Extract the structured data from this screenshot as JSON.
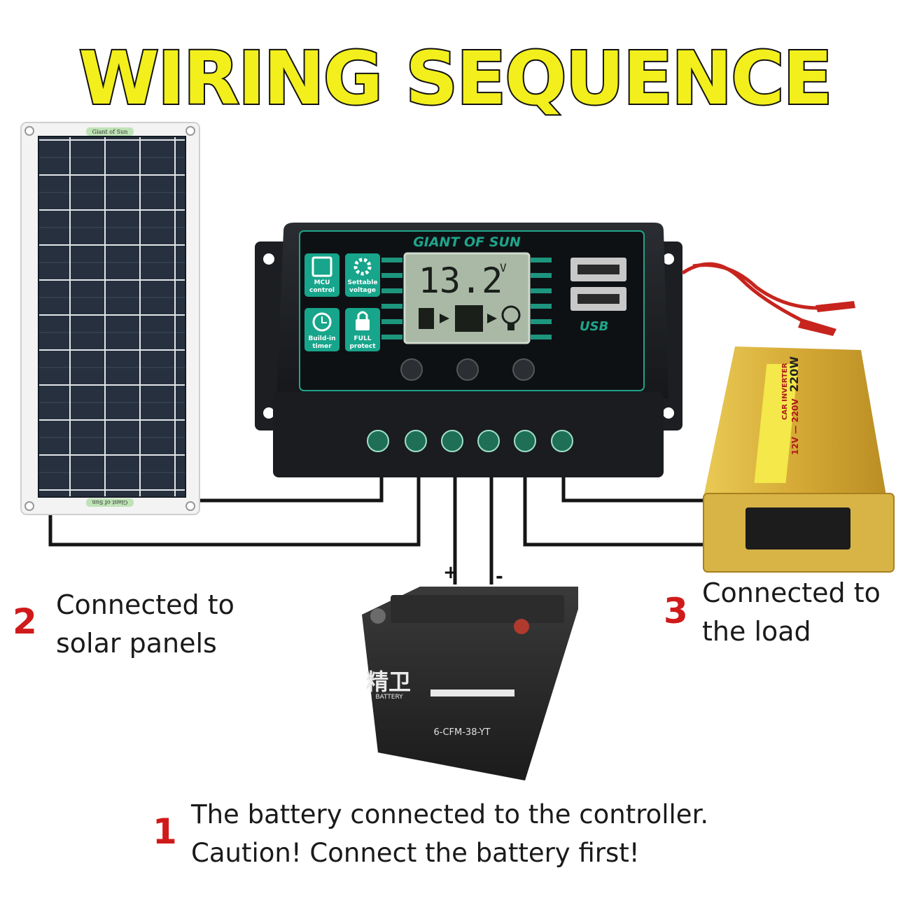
{
  "title": "WIRING  SEQUENCE",
  "colors": {
    "title_fill": "#f2ef1c",
    "title_stroke": "#111111",
    "step_number": "#d01a1a",
    "controller_accent": "#1fa58a",
    "inverter_gold": "#d9b43f"
  },
  "solar_panel": {
    "brand_top": "Giant of Sun",
    "brand_bottom": "Giant of Sun"
  },
  "controller": {
    "brand": "GIANT OF SUN",
    "lcd_value": "13.2",
    "lcd_unit": "V",
    "features": [
      {
        "label_1": "MCU",
        "label_2": "control",
        "icon": "chip-icon"
      },
      {
        "label_1": "Settable",
        "label_2": "voltage",
        "icon": "gear-icon"
      },
      {
        "label_1": "Build-in",
        "label_2": "timer",
        "icon": "clock-icon"
      },
      {
        "label_1": "FULL",
        "label_2": "protect",
        "icon": "lock-icon"
      }
    ],
    "usb_label": "USB"
  },
  "battery": {
    "brand_cn": "精卫",
    "brand": "BATTERY",
    "model": "6-CFM-38-YT",
    "plus": "+",
    "minus": "-"
  },
  "inverter": {
    "power": "220W",
    "voltage": "12V — 220V",
    "name": "CAR INVERTER"
  },
  "steps": [
    {
      "number": "2",
      "lines": [
        "Connected to",
        "solar panels"
      ]
    },
    {
      "number": "3",
      "lines": [
        "Connected to",
        "the load"
      ]
    },
    {
      "number": "1",
      "lines": [
        "The battery connected to the controller.",
        "Caution! Connect the battery first!"
      ]
    }
  ]
}
